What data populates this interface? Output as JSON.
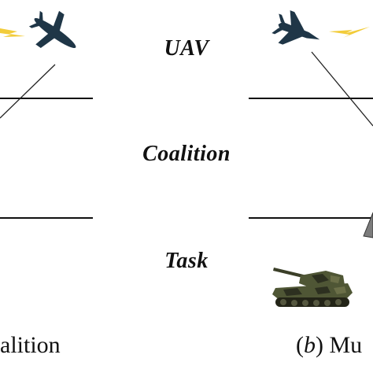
{
  "labels": {
    "uav": "UAV",
    "coalition": "Coalition",
    "task": "Task"
  },
  "captions": {
    "left_text": "alition",
    "right_open": "(",
    "right_letter": "b",
    "right_close": ")",
    "right_text": "Mu"
  },
  "icons": {
    "lightning_left": "lightning-bolt-icon",
    "cargo_plane": "cargo-plane-icon",
    "fighter_jet": "fighter-jet-icon",
    "lightning_right": "lightning-bolt-icon",
    "tank": "tank-icon",
    "gray_marker": "gray-wedge-marker"
  },
  "colors": {
    "aircraft": "#1f3647",
    "lightning": "#f2cc3a",
    "tank_body": "#4f5635",
    "tank_camo": "#2d3020",
    "marker": "#7c7c7c",
    "line": "#111111"
  }
}
